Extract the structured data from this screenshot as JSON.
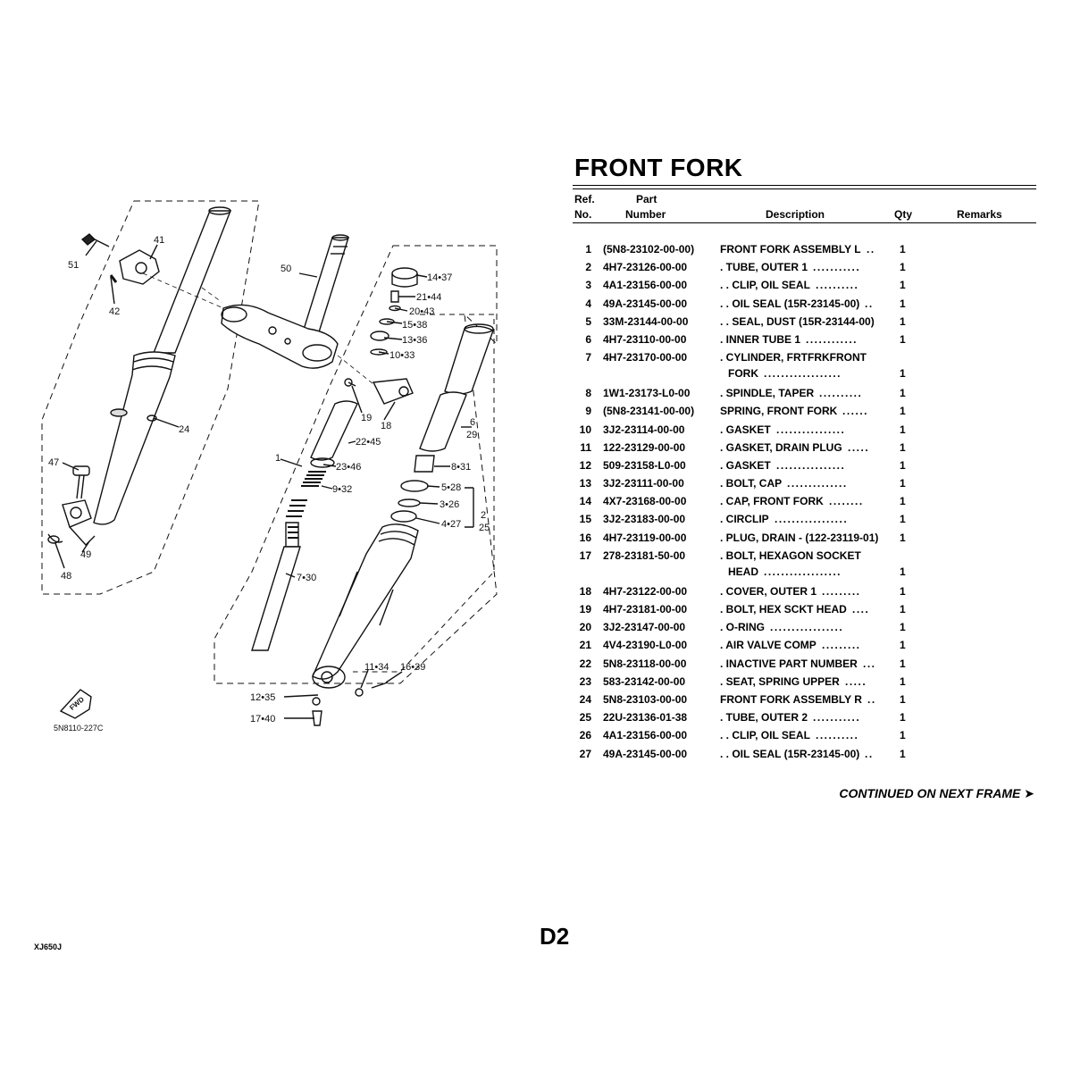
{
  "page": {
    "title": "FRONT FORK",
    "continued": "CONTINUED ON NEXT FRAME ➤",
    "page_number": "D2",
    "model_code": "XJ650J"
  },
  "table": {
    "headers": {
      "ref_top": "Ref.",
      "ref_bottom": "No.",
      "part_top": "Part",
      "part_bottom": "Number",
      "description": "Description",
      "qty": "Qty",
      "remarks": "Remarks"
    },
    "rows": [
      {
        "no": "1",
        "part": "(5N8-23102-00-00)",
        "desc": "FRONT FORK ASSEMBLY L",
        "dots": "..",
        "qty": "1"
      },
      {
        "no": "2",
        "part": "4H7-23126-00-00",
        "desc": ". TUBE, OUTER 1",
        "dots": "...........",
        "qty": "1"
      },
      {
        "no": "3",
        "part": "4A1-23156-00-00",
        "desc": ". . CLIP, OIL SEAL",
        "dots": "..........",
        "qty": "1"
      },
      {
        "no": "4",
        "part": "49A-23145-00-00",
        "desc": ". . OIL SEAL (15R-23145-00)",
        "dots": "..",
        "qty": "1"
      },
      {
        "no": "5",
        "part": "33M-23144-00-00",
        "desc": ". . SEAL, DUST (15R-23144-00)",
        "dots": "",
        "qty": "1"
      },
      {
        "no": "6",
        "part": "4H7-23110-00-00",
        "desc": ". INNER TUBE 1",
        "dots": "............",
        "qty": "1"
      },
      {
        "no": "7",
        "part": "4H7-23170-00-00",
        "desc": ". CYLINDER, FRTFRKFRONT",
        "desc2": "FORK",
        "dots": "..................",
        "qty": "1"
      },
      {
        "no": "8",
        "part": "1W1-23173-L0-00",
        "desc": ". SPINDLE, TAPER",
        "dots": "..........",
        "qty": "1"
      },
      {
        "no": "9",
        "part": "(5N8-23141-00-00)",
        "desc": "SPRING, FRONT FORK",
        "dots": "......",
        "qty": "1"
      },
      {
        "no": "10",
        "part": "3J2-23114-00-00",
        "desc": ". GASKET",
        "dots": "................",
        "qty": "1"
      },
      {
        "no": "11",
        "part": "122-23129-00-00",
        "desc": ". GASKET, DRAIN PLUG",
        "dots": ".....",
        "qty": "1"
      },
      {
        "no": "12",
        "part": "509-23158-L0-00",
        "desc": ". GASKET",
        "dots": "................",
        "qty": "1"
      },
      {
        "no": "13",
        "part": "3J2-23111-00-00",
        "desc": ". BOLT, CAP",
        "dots": "..............",
        "qty": "1"
      },
      {
        "no": "14",
        "part": "4X7-23168-00-00",
        "desc": ". CAP, FRONT FORK",
        "dots": "........",
        "qty": "1"
      },
      {
        "no": "15",
        "part": "3J2-23183-00-00",
        "desc": ". CIRCLIP",
        "dots": ".................",
        "qty": "1"
      },
      {
        "no": "16",
        "part": "4H7-23119-00-00",
        "desc": ". PLUG, DRAIN - (122-23119-01)",
        "dots": "",
        "qty": "1"
      },
      {
        "no": "17",
        "part": "278-23181-50-00",
        "desc": ". BOLT, HEXAGON SOCKET",
        "desc2": "HEAD",
        "dots": "..................",
        "qty": "1"
      },
      {
        "no": "18",
        "part": "4H7-23122-00-00",
        "desc": ". COVER, OUTER 1",
        "dots": ".........",
        "qty": "1"
      },
      {
        "no": "19",
        "part": "4H7-23181-00-00",
        "desc": ". BOLT, HEX SCKT HEAD",
        "dots": "....",
        "qty": "1"
      },
      {
        "no": "20",
        "part": "3J2-23147-00-00",
        "desc": ". O-RING",
        "dots": ".................",
        "qty": "1"
      },
      {
        "no": "21",
        "part": "4V4-23190-L0-00",
        "desc": ". AIR VALVE COMP",
        "dots": ".........",
        "qty": "1"
      },
      {
        "no": "22",
        "part": "5N8-23118-00-00",
        "desc": ". INACTIVE PART NUMBER",
        "dots": "...",
        "qty": "1"
      },
      {
        "no": "23",
        "part": "583-23142-00-00",
        "desc": ". SEAT, SPRING UPPER",
        "dots": ".....",
        "qty": "1"
      },
      {
        "no": "24",
        "part": "5N8-23103-00-00",
        "desc": "FRONT FORK ASSEMBLY R",
        "dots": "..",
        "qty": "1"
      },
      {
        "no": "25",
        "part": "22U-23136-01-38",
        "desc": ". TUBE, OUTER 2",
        "dots": "...........",
        "qty": "1"
      },
      {
        "no": "26",
        "part": "4A1-23156-00-00",
        "desc": ". . CLIP, OIL SEAL",
        "dots": "..........",
        "qty": "1"
      },
      {
        "no": "27",
        "part": "49A-23145-00-00",
        "desc": ". . OIL SEAL (15R-23145-00)",
        "dots": "..",
        "qty": "1"
      }
    ]
  },
  "diagram": {
    "labels": {
      "l51": "51",
      "l41": "41",
      "l42": "42",
      "l50": "50",
      "l24": "24",
      "l47": "47",
      "l49": "49",
      "l48": "48",
      "l1437": "14•37",
      "l2144": "21•44",
      "l2043": "20•43",
      "l1538": "15•38",
      "l1336": "13•36",
      "l1033": "10•33",
      "l19": "19",
      "l18": "18",
      "l2245": "22•45",
      "l1": "1",
      "l2346": "23•46",
      "l932": "9•32",
      "l6": "6",
      "l29": "29",
      "l831": "8•31",
      "l528": "5•28",
      "l326": "3•26",
      "l427": "4•27",
      "l2": "2",
      "l25": "25",
      "l730": "7•30",
      "l1134": "11•34",
      "l1639": "16•39",
      "l1235": "12•35",
      "l1740": "17•40",
      "fwd": "FWD",
      "code": "5N8110-227C"
    }
  }
}
